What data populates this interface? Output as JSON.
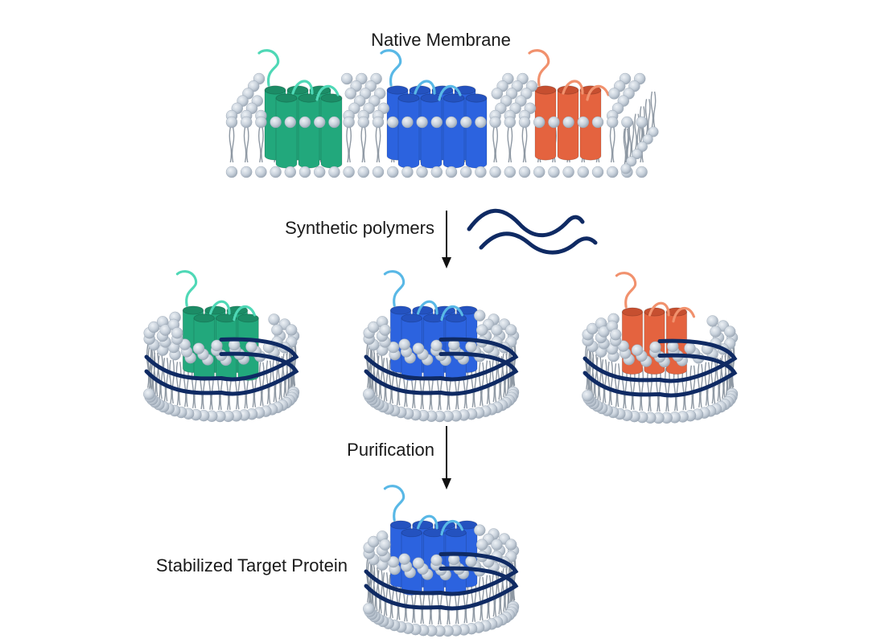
{
  "labels": {
    "native_membrane": "Native Membrane",
    "synthetic_polymers": "Synthetic polymers",
    "purification": "Purification",
    "stabilized_target": "Stabilized Target Protein"
  },
  "colors": {
    "lipid_head": "#c9d2dc",
    "lipid_head_shade": "#98a4b2",
    "lipid_tail": "#8e98a3",
    "polymer": "#0f2a63",
    "arrow": "#111111",
    "protein_green": "#22a87c",
    "protein_green_top": "#1c8c66",
    "protein_green_loop": "#4fd8b6",
    "protein_blue": "#2c63df",
    "protein_blue_top": "#2452bf",
    "protein_blue_loop": "#59b8e6",
    "protein_red": "#e4633f",
    "protein_red_top": "#c64f30",
    "protein_red_loop": "#f1916d"
  }
}
